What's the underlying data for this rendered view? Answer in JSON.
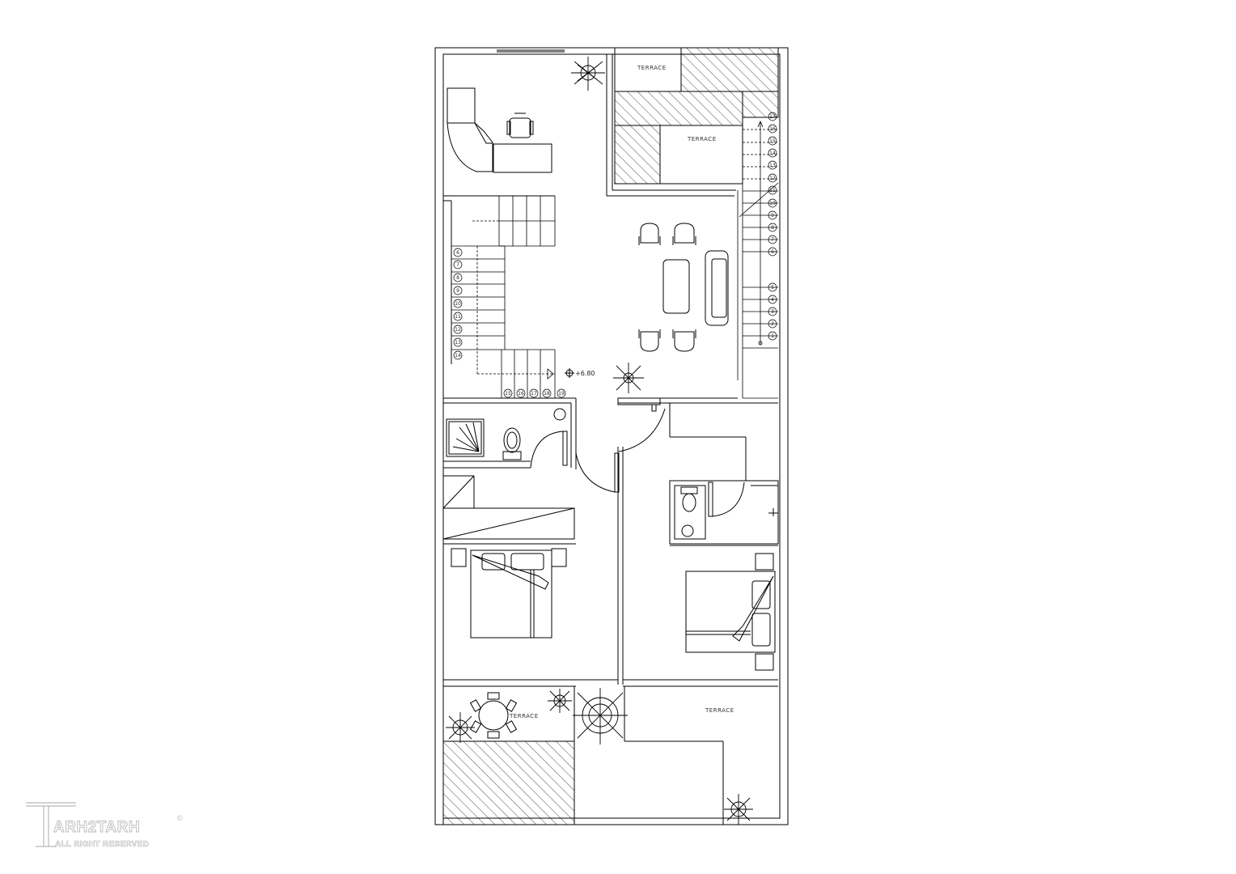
{
  "labels": {
    "terrace_top_left": "TERRACE",
    "terrace_top_inner": "TERRACE",
    "terrace_bottom_left": "TERRACE",
    "terrace_bottom_right": "TERRACE",
    "level_mark": "+6.80"
  },
  "stairs": {
    "left_column_numbers": [
      "6",
      "7",
      "8",
      "9",
      "10",
      "11",
      "12",
      "13",
      "14"
    ],
    "left_bottom_numbers": [
      "15",
      "16",
      "17",
      "18",
      "19"
    ],
    "right_top_numbers": [
      "17",
      "16",
      "15",
      "14",
      "13",
      "12",
      "11",
      "10",
      "9",
      "8",
      "7",
      "6"
    ],
    "right_bottom_numbers": [
      "5",
      "4",
      "3",
      "2",
      "1"
    ]
  },
  "watermark": {
    "name": "ARH2TARH",
    "subtitle": "ALL RIGHT RESERVED",
    "copyright_symbol": "©"
  },
  "colors": {
    "line": "#000000",
    "background": "#ffffff",
    "watermark": "#b9b9b9"
  }
}
